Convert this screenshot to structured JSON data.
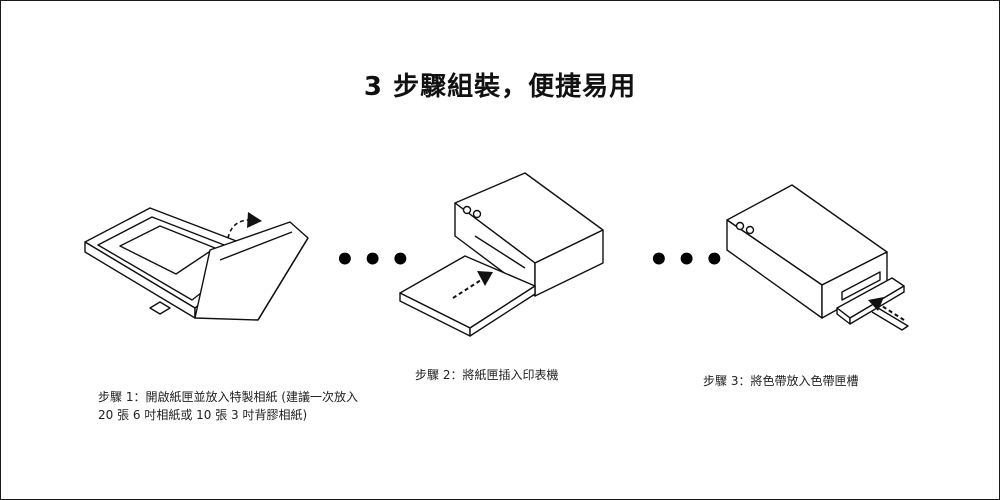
{
  "title": "3 步驟組裝，便捷易用",
  "steps": [
    {
      "caption": "步驟 1：開啟紙匣並放入特製相紙 (建議一次放入 20 張 6 吋相紙或 10 張 3 吋背膠相紙)"
    },
    {
      "caption": "步驟 2：將紙匣插入印表機"
    },
    {
      "caption": "步驟 3：將色帶放入色帶匣槽"
    }
  ],
  "separator": "•••",
  "colors": {
    "line": "#111111",
    "fill": "#ffffff",
    "border": "#1a1a1a"
  }
}
